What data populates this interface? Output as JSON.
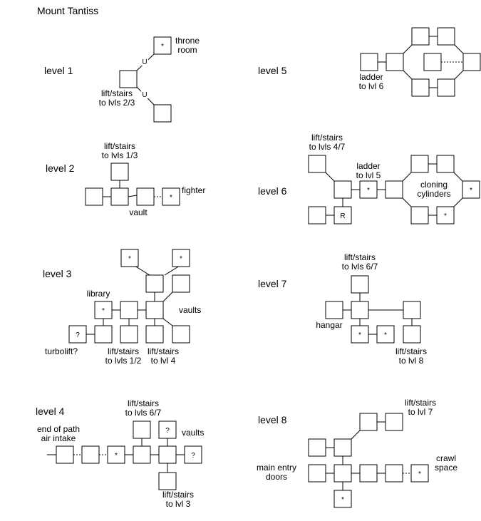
{
  "title": "Mount Tantiss",
  "levels": {
    "l1": {
      "label": "level 1",
      "throne": [
        "throne",
        "room"
      ],
      "lift": [
        "lift/stairs",
        "to lvls 2/3"
      ],
      "u_top": "U",
      "u_bottom": "U",
      "star": "*"
    },
    "l2": {
      "label": "level 2",
      "lift": [
        "lift/stairs",
        "to lvls 1/3"
      ],
      "vault": "vault",
      "fighter": "fighter",
      "star": "*"
    },
    "l3": {
      "label": "level 3",
      "library": "library",
      "vaults": "vaults",
      "turbolift": "turbolift?",
      "q": "?",
      "lift_a": [
        "lift/stairs",
        "to lvls 1/2"
      ],
      "lift_b": [
        "lift/stairs",
        "to lvl 4"
      ],
      "star": "*"
    },
    "l4": {
      "label": "level 4",
      "end": [
        "end of path",
        "air intake"
      ],
      "lift_top": [
        "lift/stairs",
        "to lvls 6/7"
      ],
      "vaults": "vaults",
      "lift_bottom": [
        "lift/stairs",
        "to lvl 3"
      ],
      "q": "?",
      "star": "*"
    },
    "l5": {
      "label": "level 5",
      "ladder": [
        "ladder",
        "to lvl 6"
      ]
    },
    "l6": {
      "label": "level 6",
      "lift": [
        "lift/stairs",
        "to lvls 4/7"
      ],
      "ladder": [
        "ladder",
        "to lvl 5"
      ],
      "cloning": [
        "cloning",
        "cylinders"
      ],
      "r": "R",
      "star": "*"
    },
    "l7": {
      "label": "level 7",
      "lift_top": [
        "lift/stairs",
        "to lvls 6/7"
      ],
      "hangar": "hangar",
      "lift_bottom": [
        "lift/stairs",
        "to lvl 8"
      ],
      "star": "*"
    },
    "l8": {
      "label": "level 8",
      "lift": [
        "lift/stairs",
        "to lvl 7"
      ],
      "main": [
        "main entry",
        "doors"
      ],
      "crawl": [
        "crawl",
        "space"
      ],
      "star": "*"
    }
  }
}
